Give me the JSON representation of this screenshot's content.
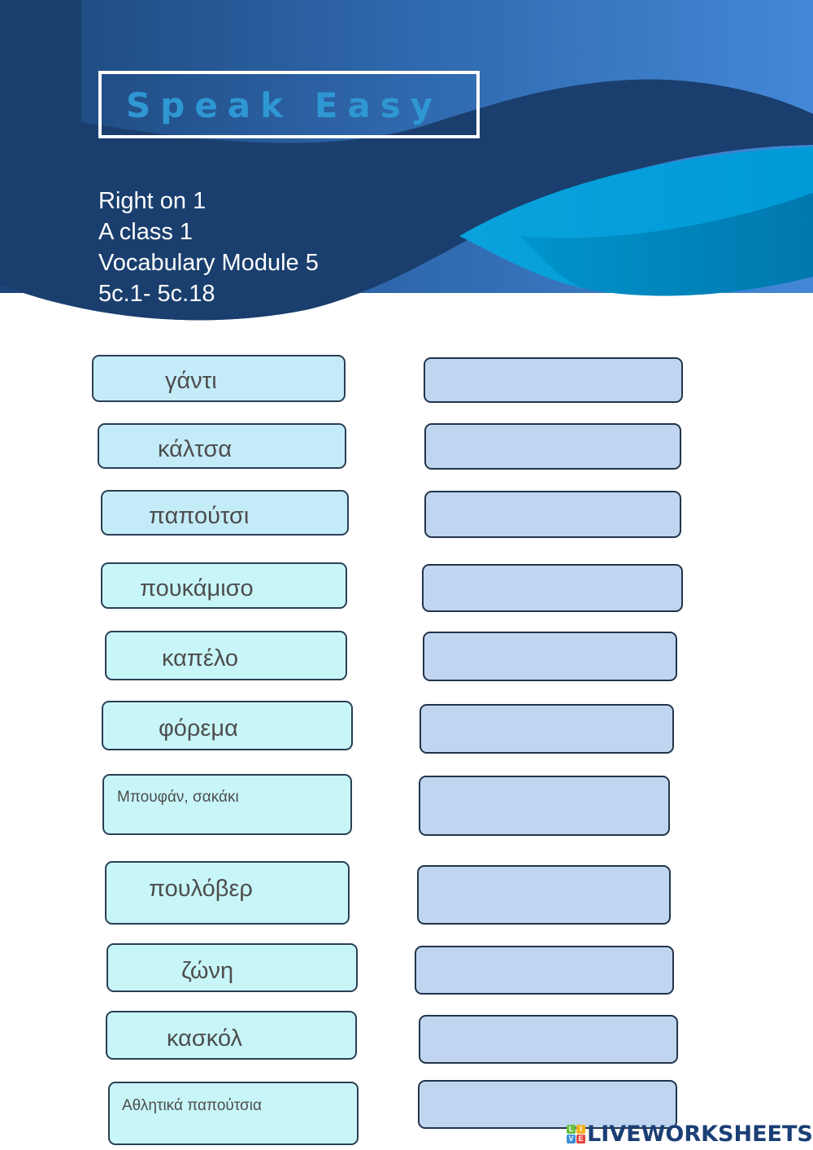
{
  "header": {
    "title": "Speak Easy",
    "subtitle_lines": [
      "Right on 1",
      "A class 1",
      "Vocabulary Module 5",
      "5c.1- 5c.18"
    ],
    "colors": {
      "navy": "#1a3f6e",
      "mid_blue": "#3d7dc8",
      "cyan": "#00a0dc",
      "teal": "#0088bb",
      "title_text": "#2f97d3"
    }
  },
  "exercise": {
    "words": [
      {
        "label": "γάντι"
      },
      {
        "label": "κάλτσα"
      },
      {
        "label": "παπούτσι"
      },
      {
        "label": "πουκάμισο"
      },
      {
        "label": "καπέλο"
      },
      {
        "label": "φόρεμα"
      },
      {
        "label": "Μπουφάν, σακάκι"
      },
      {
        "label": "πουλόβερ"
      },
      {
        "label": "ζώνη"
      },
      {
        "label": "κασκόλ"
      },
      {
        "label": "Αθλητικά παπούτσια"
      }
    ],
    "answers": [
      {
        "value": ""
      },
      {
        "value": ""
      },
      {
        "value": ""
      },
      {
        "value": ""
      },
      {
        "value": ""
      },
      {
        "value": ""
      },
      {
        "value": ""
      },
      {
        "value": ""
      },
      {
        "value": ""
      },
      {
        "value": ""
      },
      {
        "value": ""
      }
    ],
    "colors": {
      "word_box_fill_top": "#c4ecf8",
      "word_box_fill": "#c8f6f8",
      "answer_box_fill": "#c0d6f0",
      "border": "#2b3f55"
    }
  },
  "footer": {
    "logo_badge": [
      "L",
      "I",
      "V",
      "E"
    ],
    "logo_text": "LIVEWORKSHEETS"
  }
}
